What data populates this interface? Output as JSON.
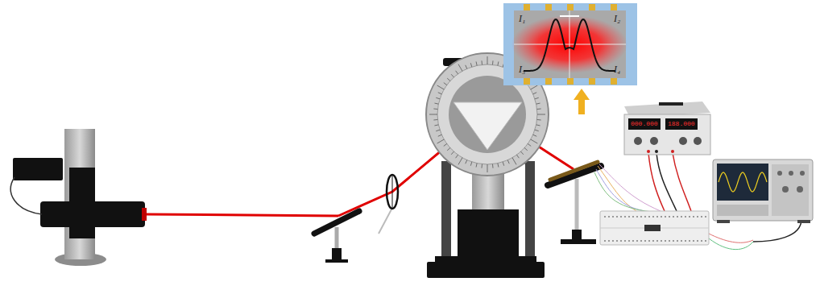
{
  "diagram": {
    "labels": [
      "I₁",
      "I₂",
      "I₃",
      "I₄",
      "000.000",
      "188.000"
    ]
  }
}
